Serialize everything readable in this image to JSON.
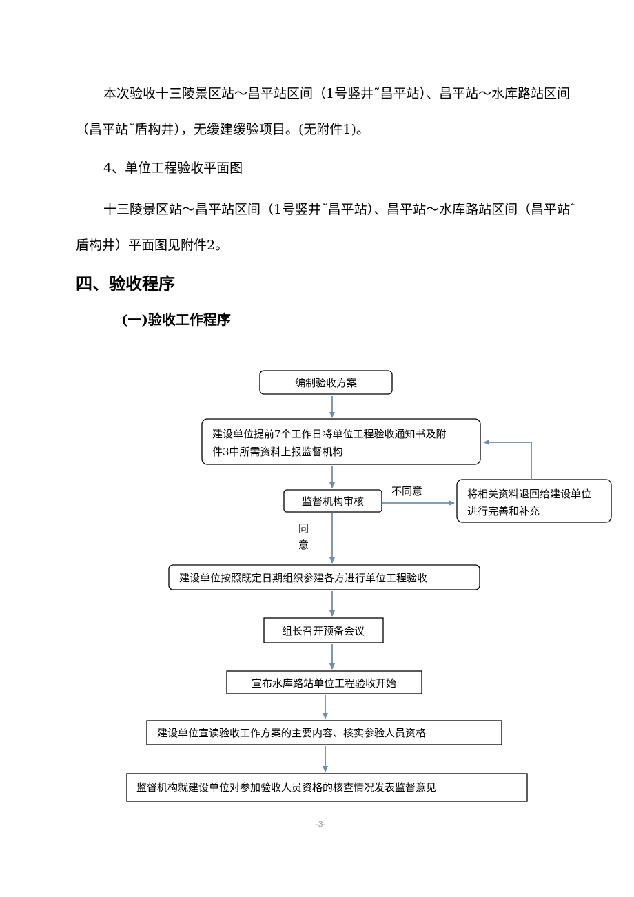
{
  "body": {
    "para1": "本次验收十三陵景区站～昌平站区间（1号竖井˜昌平站）、昌平站～水库路站区间（昌平站˜盾构井），无缓建缓验项目。(无附件1)。",
    "para2": "4、单位工程验收平面图",
    "para3": "十三陵景区站～昌平站区间（1号竖井˜昌平站）、昌平站～水库路站区间（昌平站˜盾构井）平面图见附件2。"
  },
  "headings": {
    "section": "四、验收程序",
    "subsection": "(一)验收工作程序"
  },
  "flowchart": {
    "step1": "编制验收方案",
    "step2_line1": "建设单位提前7个工作日将单位工程验收通知书及附",
    "step2_line2": "件3中所需资料上报监督机构",
    "step3": "监督机构审核",
    "reject_label": "不同意",
    "reject_box_line1": "将相关资料退回给建设单位",
    "reject_box_line2": "进行完善和补充",
    "agree_label_1": "同",
    "agree_label_2": "意",
    "step4": "建设单位按照既定日期组织参建各方进行单位工程验收",
    "step5": "组长召开预备会议",
    "step6": "宣布水库路站单位工程验收开始",
    "step7": "建设单位宣读验收工作方案的主要内容、核实参验人员资格",
    "step8": "监督机构就建设单位对参加验收人员资格的核查情况发表监督意见"
  },
  "footer": {
    "page_number": "-3-"
  }
}
